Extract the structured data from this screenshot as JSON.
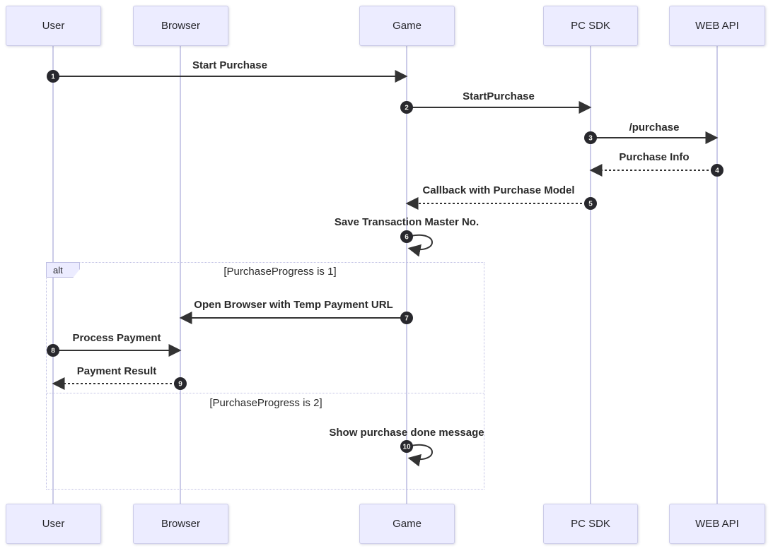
{
  "diagram": {
    "type": "sequence-diagram",
    "actors": [
      {
        "name": "User"
      },
      {
        "name": "Browser"
      },
      {
        "name": "Game"
      },
      {
        "name": "PC SDK"
      },
      {
        "name": "WEB API"
      }
    ],
    "messages": [
      {
        "seq": "1",
        "from": "User",
        "to": "Game",
        "label": "Start Purchase",
        "line": "solid"
      },
      {
        "seq": "2",
        "from": "Game",
        "to": "PC SDK",
        "label": "StartPurchase",
        "line": "solid"
      },
      {
        "seq": "3",
        "from": "PC SDK",
        "to": "WEB API",
        "label": "/purchase",
        "line": "solid"
      },
      {
        "seq": "4",
        "from": "WEB API",
        "to": "PC SDK",
        "label": "Purchase Info",
        "line": "dotted"
      },
      {
        "seq": "5",
        "from": "PC SDK",
        "to": "Game",
        "label": "Callback with Purchase Model",
        "line": "dotted"
      },
      {
        "seq": "6",
        "from": "Game",
        "to": "Game",
        "label": "Save Transaction Master No.",
        "line": "self"
      },
      {
        "seq": "7",
        "from": "Game",
        "to": "Browser",
        "label": "Open Browser with Temp Payment URL",
        "line": "solid"
      },
      {
        "seq": "8",
        "from": "User",
        "to": "Browser",
        "label": "Process Payment",
        "line": "solid"
      },
      {
        "seq": "9",
        "from": "Browser",
        "to": "User",
        "label": "Payment Result",
        "line": "dotted"
      },
      {
        "seq": "10",
        "from": "Game",
        "to": "Game",
        "label": "Show purchase done message",
        "line": "self"
      }
    ],
    "alt_frame": {
      "label": "alt",
      "conditions": [
        "[PurchaseProgress is 1]",
        "[PurchaseProgress is 2]"
      ]
    },
    "colors": {
      "background": "#FFFFFF",
      "actor_fill": "#ECECFF",
      "actor_border": "#CCCCE8",
      "actor_text": "#26262B",
      "lifeline": "#CBCBE8",
      "arrow": "#333333",
      "message_text": "#2B2B2B",
      "badge_fill": "#28282D",
      "badge_text": "#F4F4EF",
      "frame_border": "#BFBFE3"
    }
  }
}
